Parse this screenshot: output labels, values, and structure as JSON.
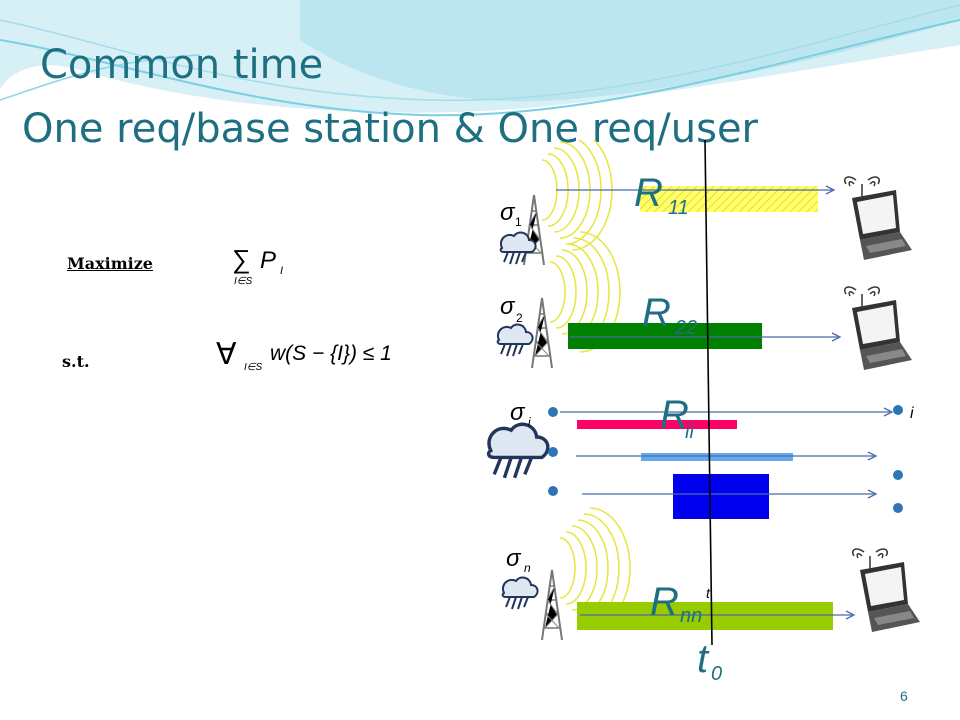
{
  "slide": {
    "title_line1": "Common time",
    "title_line2": "One req/base station & One req/user",
    "page_number": "6"
  },
  "formula": {
    "objective_label": "Maximize",
    "objective": {
      "sum": "∑",
      "sum_sub": "I∈S",
      "term": "P",
      "term_sub": "I"
    },
    "constraint_label": "s.t.",
    "constraint": {
      "forall": "∀",
      "forall_sub": "I∈S",
      "expr": "w(S − {I}) ≤ 1"
    }
  },
  "diagram": {
    "sigma_symbol": "σ",
    "sigma_subscripts": [
      "1",
      "2",
      "i",
      "n"
    ],
    "requests": [
      {
        "main": "R",
        "sub": "11",
        "color": "#ffff66"
      },
      {
        "main": "R",
        "sub": "22",
        "color": "#008000"
      },
      {
        "main": "R",
        "sub": "ii",
        "color": "#ff0066"
      },
      {
        "main": "R",
        "sub": "nn",
        "color": "#99cc00"
      }
    ],
    "extra_bars": [
      {
        "color": "#66aaee"
      },
      {
        "color": "#0000ee"
      }
    ],
    "user_label_i": "i",
    "time_label": "t",
    "time_sub": "0",
    "small_t": "t",
    "icons": [
      "cell-tower-icon",
      "cloud-icon",
      "laptop-icon"
    ]
  }
}
